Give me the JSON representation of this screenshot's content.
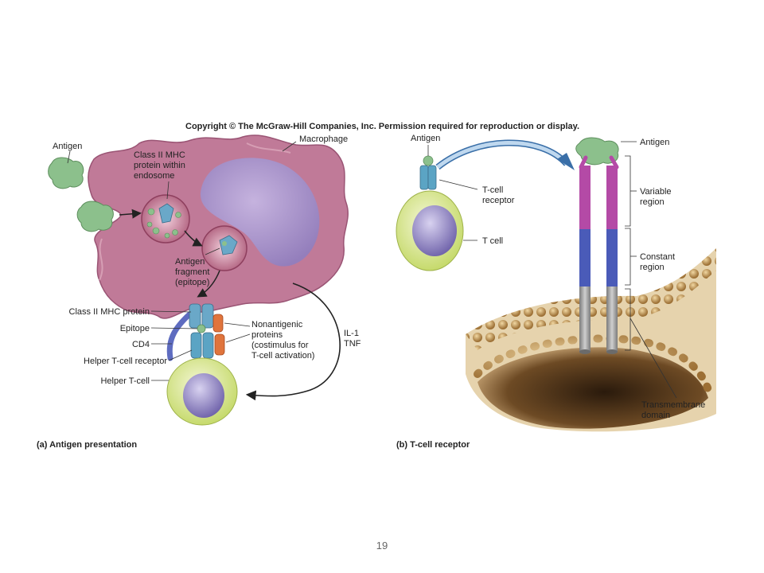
{
  "copyright": "Copyright © The McGraw-Hill Companies, Inc. Permission required for reproduction or display.",
  "panel_a": {
    "caption": "(a) Antigen presentation",
    "labels": {
      "antigen": "Antigen",
      "macrophage": "Macrophage",
      "mhc_endosome_1": "Class II MHC",
      "mhc_endosome_2": "protein within",
      "mhc_endosome_3": "endosome",
      "fragment_1": "Antigen",
      "fragment_2": "fragment",
      "fragment_3": "(epitope)",
      "class2_mhc": "Class II MHC protein",
      "epitope": "Epitope",
      "cd4": "CD4",
      "helper_receptor": "Helper T-cell receptor",
      "helper_cell": "Helper T-cell",
      "nonantigenic_1": "Nonantigenic",
      "nonantigenic_2": "proteins",
      "nonantigenic_3": "(costimulus for",
      "nonantigenic_4": "T-cell activation)",
      "il1": "IL-1",
      "tnf": "TNF"
    }
  },
  "panel_b": {
    "caption": "(b) T-cell receptor",
    "labels": {
      "antigen_left": "Antigen",
      "tcr_1": "T-cell",
      "tcr_2": "receptor",
      "tcell": "T cell",
      "antigen_right": "Antigen",
      "variable_1": "Variable",
      "variable_2": "region",
      "constant_1": "Constant",
      "constant_2": "region",
      "transmembrane_1": "Transmembrane",
      "transmembrane_2": "domain"
    }
  },
  "page_number": "19",
  "colors": {
    "macrophage": "#c07a98",
    "nucleus": "#a99bd0",
    "antigen": "#8cc08c",
    "tcell_outer": "#d4e58a",
    "variable_region": "#b44aa6",
    "constant_region": "#4a5bb8",
    "transmembrane": "#9a9a9a",
    "membrane_head": "#b08850"
  }
}
